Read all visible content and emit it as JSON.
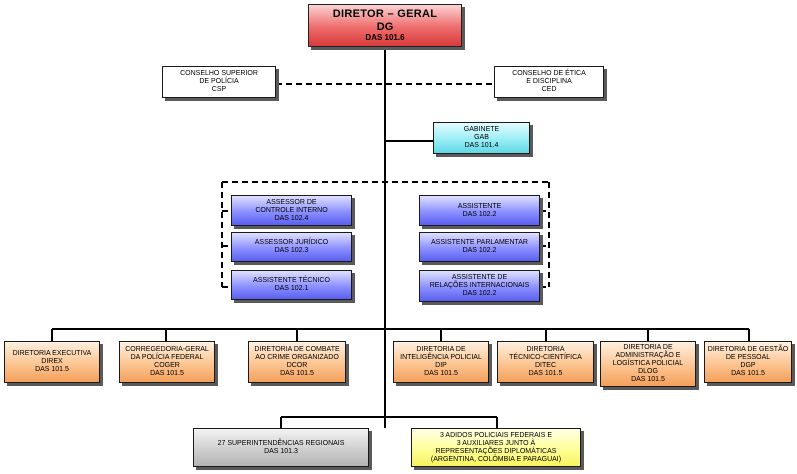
{
  "director": {
    "name": "DIRETOR – GERAL",
    "abbr": "DG",
    "das": "DAS 101.6"
  },
  "councils": [
    {
      "lines": [
        "CONSELHO SUPERIOR",
        "DE POLÍCIA",
        "CSP"
      ]
    },
    {
      "lines": [
        "CONSELHO DE ÉTICA",
        "E DISCIPLINA",
        "CED"
      ]
    }
  ],
  "gabinete": {
    "lines": [
      "GABINETE",
      "GAB",
      "DAS 101.4"
    ]
  },
  "advisors_left": [
    {
      "lines": [
        "ASSESSOR DE",
        "CONTROLE INTERNO",
        "DAS 102.4"
      ]
    },
    {
      "lines": [
        "ASSESSOR JURÍDICO",
        "DAS 102.3"
      ]
    },
    {
      "lines": [
        "ASSISTENTE TÉCNICO",
        "DAS 102.1"
      ]
    }
  ],
  "advisors_right": [
    {
      "lines": [
        "ASSISTENTE",
        "DAS 102.2"
      ]
    },
    {
      "lines": [
        "ASSISTENTE PARLAMENTAR",
        "DAS 102.2"
      ]
    },
    {
      "lines": [
        "ASSISTENTE DE",
        "RELAÇÕES INTERNACIONAIS",
        "DAS 102.2"
      ]
    }
  ],
  "directorates": [
    {
      "lines": [
        "DIRETORIA EXECUTIVA",
        "DIREX",
        "DAS 101.5"
      ]
    },
    {
      "lines": [
        "CORREGEDORIA-GERAL",
        "DA POLÍCIA FEDERAL",
        "COGER",
        "DAS 101.5"
      ]
    },
    {
      "lines": [
        "DIRETORIA DE COMBATE",
        "AO CRIME ORGANIZADO",
        "DCOR",
        "DAS 101.5"
      ]
    },
    {
      "lines": [
        "DIRETORIA DE",
        "INTELIGÊNCIA POLICIAL",
        "DIP",
        "DAS 101.5"
      ]
    },
    {
      "lines": [
        "DIRETORIA",
        "TÉCNICO-CIENTÍFICA",
        "DITEC",
        "DAS 101.5"
      ]
    },
    {
      "lines": [
        "DIRETORIA DE",
        "ADMINISTRAÇÃO E",
        "LOGÍSTICA POLICIAL",
        "DLOG",
        "DAS 101.5"
      ]
    },
    {
      "lines": [
        "DIRETORIA DE GESTÃO",
        "DE PESSOAL",
        "DGP",
        "DAS 101.5"
      ]
    }
  ],
  "superintendencias": {
    "lines": [
      "27 SUPERINTENDÊNCIAS REGIONAIS",
      "DAS 101.3"
    ]
  },
  "adidos": {
    "lines": [
      "3 ADIDOS POLICIAIS FEDERAIS E",
      "3 AUXILIARES JUNTO À",
      "REPRESENTAÇÕES DIPLOMÁTICAS",
      "(ARGENTINA, COLÔMBIA E PARAGUAI)"
    ]
  }
}
